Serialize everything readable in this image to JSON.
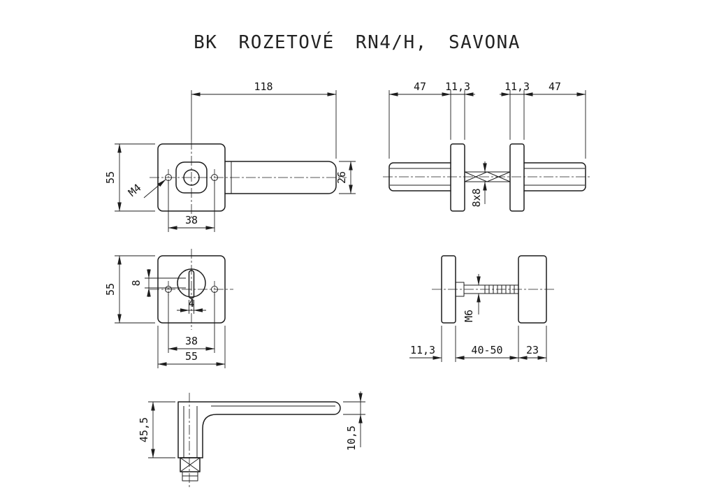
{
  "colors": {
    "line": "#1d1d1d",
    "background": "#ffffff"
  },
  "title": "BK ROZETOVÉ RN4/H, SAVONA",
  "views": {
    "handle_front": {
      "dim_length": "118",
      "dim_rosette_height": "55",
      "dim_bar_height": "26",
      "dim_hole_spacing": "38",
      "dim_screw_thread": "M4"
    },
    "handle_side": {
      "dim_handle_left": "47",
      "dim_rosette_left": "11,3",
      "dim_rosette_right": "11,3",
      "dim_handle_right": "47",
      "dim_spindle": "8x8"
    },
    "rosette_front": {
      "dim_height": "55",
      "dim_keyhole": "8",
      "dim_slot": "4",
      "dim_hole_spacing": "38",
      "dim_width": "55"
    },
    "rosette_side": {
      "dim_screw_thread": "M6",
      "dim_rosette_thin": "11,3",
      "dim_door_thickness": "40-50",
      "dim_rosette_thick": "23"
    },
    "handle_top": {
      "dim_height": "45,5",
      "dim_grip_thickness": "10,5"
    }
  }
}
